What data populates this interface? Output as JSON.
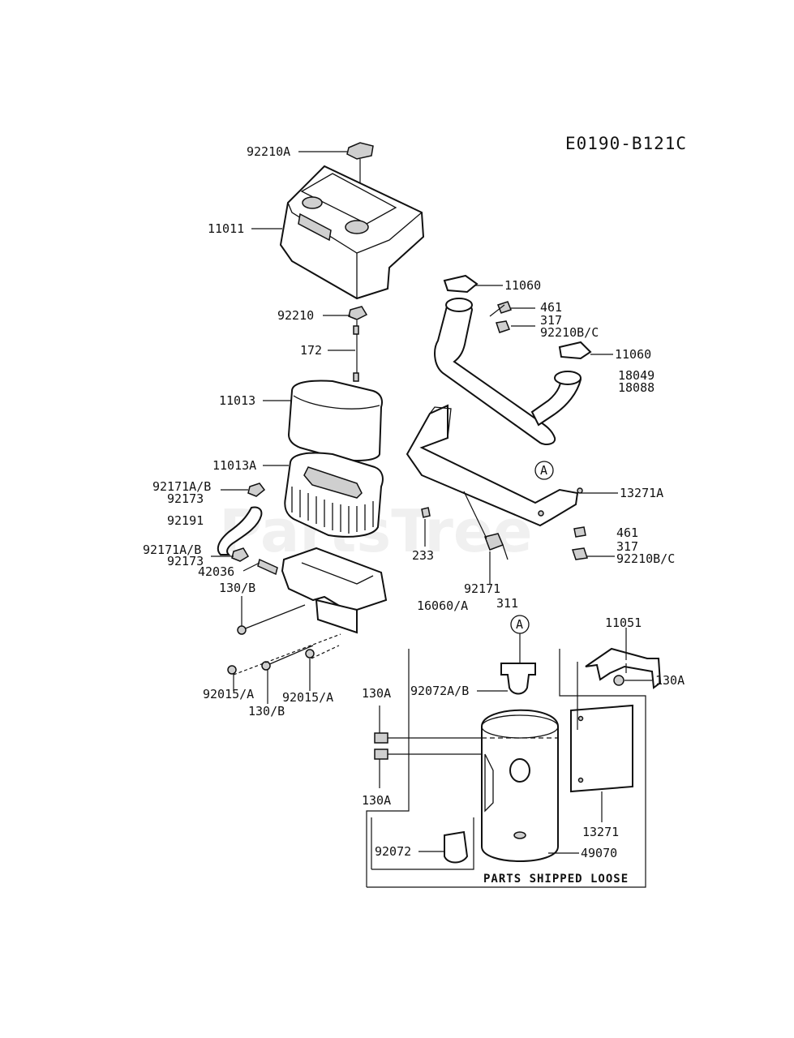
{
  "diagram_code": "E0190-B121C",
  "watermark": "PartsTree",
  "ref_marker": "A",
  "loose_box_label": "PARTS SHIPPED LOOSE",
  "labels": {
    "p92210A": "92210A",
    "p11011": "11011",
    "p92210": "92210",
    "p172": "172",
    "p11013": "11013",
    "p11013A": "11013A",
    "p92171AB_1": "92171A/B",
    "p92173_1": "92173",
    "p92191": "92191",
    "p92171AB_2": "92171A/B",
    "p92173_2": "92173",
    "p42036": "42036",
    "p130B_1": "130/B",
    "p92015A_1": "92015/A",
    "p130B_2": "130/B",
    "p92015A_2": "92015/A",
    "p11060_1": "11060",
    "p461_1": "461",
    "p317_1": "317",
    "p92210BC_1": "92210B/C",
    "p11060_2": "11060",
    "p18049": "18049",
    "p18088": "18088",
    "p13271A": "13271A",
    "p461_2": "461",
    "p317_2": "317",
    "p92210BC_2": "92210B/C",
    "p233": "233",
    "p92171": "92171",
    "p311": "311",
    "p16060A": "16060/A",
    "p11051": "11051",
    "p130A_1": "130A",
    "p92072AB": "92072A/B",
    "p130A_2": "130A",
    "p130A_3": "130A",
    "p13271": "13271",
    "p92072": "92072",
    "p49070": "49070"
  }
}
